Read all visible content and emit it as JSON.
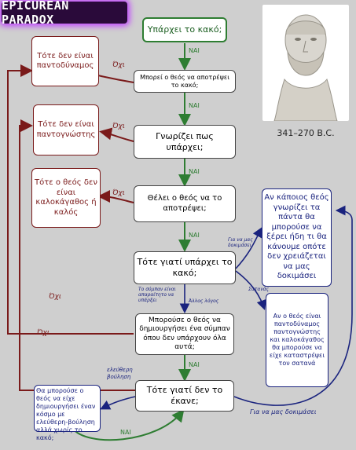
{
  "title": "EPICUREAN PARADOX",
  "portrait": {
    "caption": "341–270 B.C."
  },
  "nodes": {
    "start": "Υπάρχει το κακό;",
    "q_prevent": "Μπορεί ο θεός να αποτρέψει το κακό;",
    "q_know": "Γνωρίζει πως υπάρχει;",
    "q_want": "Θέλει ο θεός να το αποτρέψει;",
    "q_why_exist": "Τότε γιατί υπάρχει το κακό;",
    "q_create": "Μπορούσε ο θεός να δημιουργήσει ένα σύμπαν όπου δεν υπάρχουν όλα αυτά;",
    "q_why_not": "Τότε γιατί δεν το έκανε;",
    "end_omnipotent": "Τότε δεν είναι παντοδύναμος",
    "end_omniscient": "Τότε δεν είναι παντογνώστης",
    "end_benevolent": "Τότε ο θεός δεν είναι καλοκάγαθος ή καλός",
    "end_test": "Αν κάποιος θεός γνωρίζει τα πάντα θα μπορούσε να ξέρει ήδη τι θα κάνουμε οπότε δεν χρειάζεται να μας δοκιμάσει",
    "end_satan": "Αν ο θεός είναι παντοδύναμος παντογνώστης και καλοκάγαθος θα μπορούσε να είχε καταστρέψει τον σατανά",
    "end_freewill": "Θα μπορούσε ο θεός να είχε δημιουργήσει έναν κόσμο με ελεύθερη-βούληση αλλά χωρίς το κακό;"
  },
  "edge_labels": {
    "yes1": "ΝΑΙ",
    "yes2": "ΝΑΙ",
    "yes3": "ΝΑΙ",
    "yes4": "ΝΑΙ",
    "yes5": "ΝΑΙ",
    "yes6": "ΝΑΙ",
    "no1": "Όχι",
    "no2": "Όχι",
    "no3": "Όχι",
    "no4": "Όχι",
    "no5": "Όχι",
    "test_us": "Για να μας δοκιμάσει",
    "satan": "Σατανάς",
    "necessary": "Το σύμπαν είναι απαραίτητο να υπάρξει",
    "other_reason": "Άλλος λόγος",
    "free_will": "ελεύθερη βούληση",
    "test_us2": "Για να μας δοκιμάσει"
  },
  "colors": {
    "yes": "#2e7d32",
    "no": "#7a1a1a",
    "blue": "#1a237e",
    "glow": "#c040ff"
  }
}
